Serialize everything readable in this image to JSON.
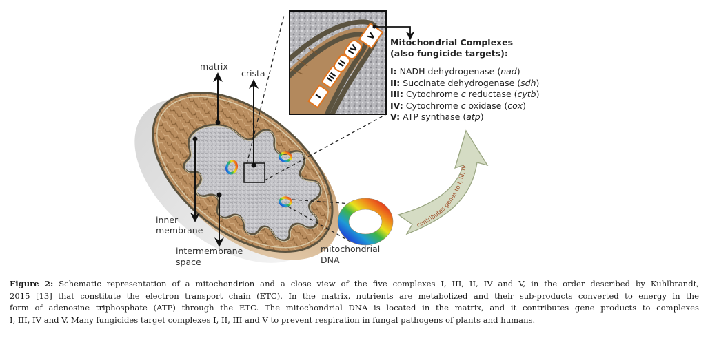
{
  "figure": {
    "labels": {
      "matrix": "matrix",
      "crista": "crista",
      "inner_membrane_1": "inner",
      "inner_membrane_2": "membrane",
      "intermembrane_1": "intermembrane",
      "intermembrane_2": "space",
      "mtdna_1": "mitochondrial",
      "mtdna_2": "DNA"
    },
    "complex_tags": [
      "I",
      "III",
      "II",
      "IV",
      "V"
    ],
    "arrow_text": "contributes genes to I, III, IV, V",
    "colors": {
      "outer_brown": "#b8895a",
      "membrane": "#5b5340",
      "matrix_gray": "#c9c9cc",
      "tag_orange": "#e2751e",
      "arrow_green": "#d5dcc4",
      "arrow_text": "#a0522d"
    },
    "legend": {
      "title_1": "Mitochondrial Complexes",
      "title_2": "(also fungicide targets):",
      "items": [
        {
          "num": "I:",
          "name": "NADH dehydrogenase (",
          "gene": "nad",
          "close": ")"
        },
        {
          "num": "II:",
          "name": "Succinate dehydrogenase (",
          "gene": "sdh",
          "close": ")"
        },
        {
          "num": "III:",
          "name": "Cytochrome ",
          "mid_italic": "c",
          "name2": " reductase (",
          "gene": "cytb",
          "close": ")"
        },
        {
          "num": "IV:",
          "name": "Cytochrome ",
          "mid_italic": "c",
          "name2": " oxidase (",
          "gene": "cox",
          "close": ")"
        },
        {
          "num": "V:",
          "name": "ATP synthase (",
          "gene": "atp",
          "close": ")"
        }
      ]
    }
  },
  "caption": {
    "label": "Figure 2:",
    "lines": [
      " Schematic representation of a mitochondrion and a close view of the five complexes I, III, II, IV and V, in the order described by Kuhlbrandt,",
      "2015 [13] that constitute the electron transport chain (ETC). In the matrix, nutrients are metabolized and their sub-products converted to energy in the",
      "form of adenosine triphosphate (ATP) through the ETC. The mitochondrial DNA is located in the matrix, and it contributes gene products to complexes",
      "I, III, IV and V. Many fungicides target complexes I, II, III and V to prevent respiration in fungal pathogens of plants and humans."
    ]
  }
}
